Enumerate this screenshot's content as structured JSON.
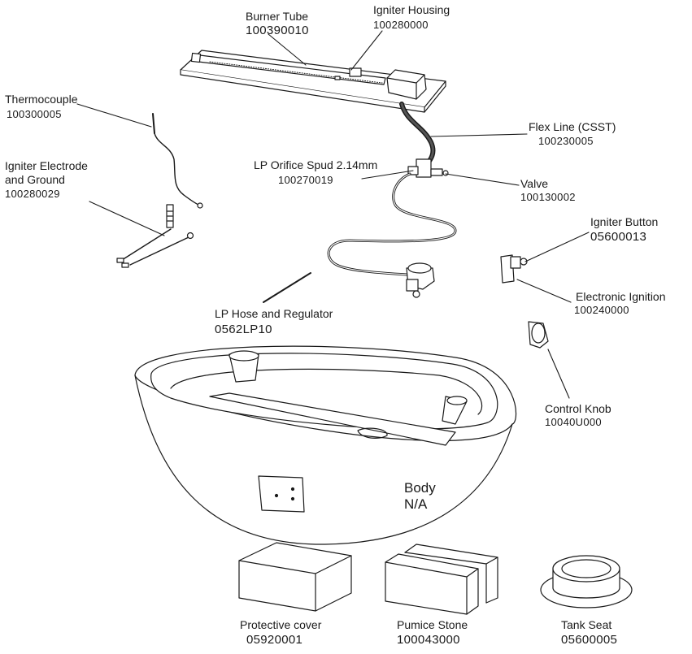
{
  "parts": {
    "burner_tube": {
      "name": "Burner Tube",
      "number": "100390010"
    },
    "igniter_housing": {
      "name": "Igniter Housing",
      "number": "100280000"
    },
    "thermocouple": {
      "name": "Thermocouple",
      "number": "100300005"
    },
    "igniter_electrode": {
      "name_line1": "Igniter Electrode",
      "name_line2": "and Ground",
      "number": "100280029"
    },
    "flex_line": {
      "name": "Flex Line (CSST)",
      "number": "100230005"
    },
    "lp_orifice": {
      "name": "LP Orifice Spud 2.14mm",
      "number": "100270019"
    },
    "valve": {
      "name": "Valve",
      "number": "100130002"
    },
    "igniter_button": {
      "name": "Igniter Button",
      "number": "05600013"
    },
    "electronic_ignition": {
      "name": "Electronic Ignition",
      "number": "100240000"
    },
    "lp_hose": {
      "name": "LP Hose and Regulator",
      "number": "0562LP10"
    },
    "control_knob": {
      "name": "Control Knob",
      "number": "10040U000"
    },
    "body": {
      "name": "Body",
      "number": "N/A"
    },
    "protective_cover": {
      "name": "Protective cover",
      "number": "05920001"
    },
    "pumice_stone": {
      "name": "Pumice Stone",
      "number": "100043000"
    },
    "tank_seat": {
      "name": "Tank Seat",
      "number": "05600005"
    }
  }
}
